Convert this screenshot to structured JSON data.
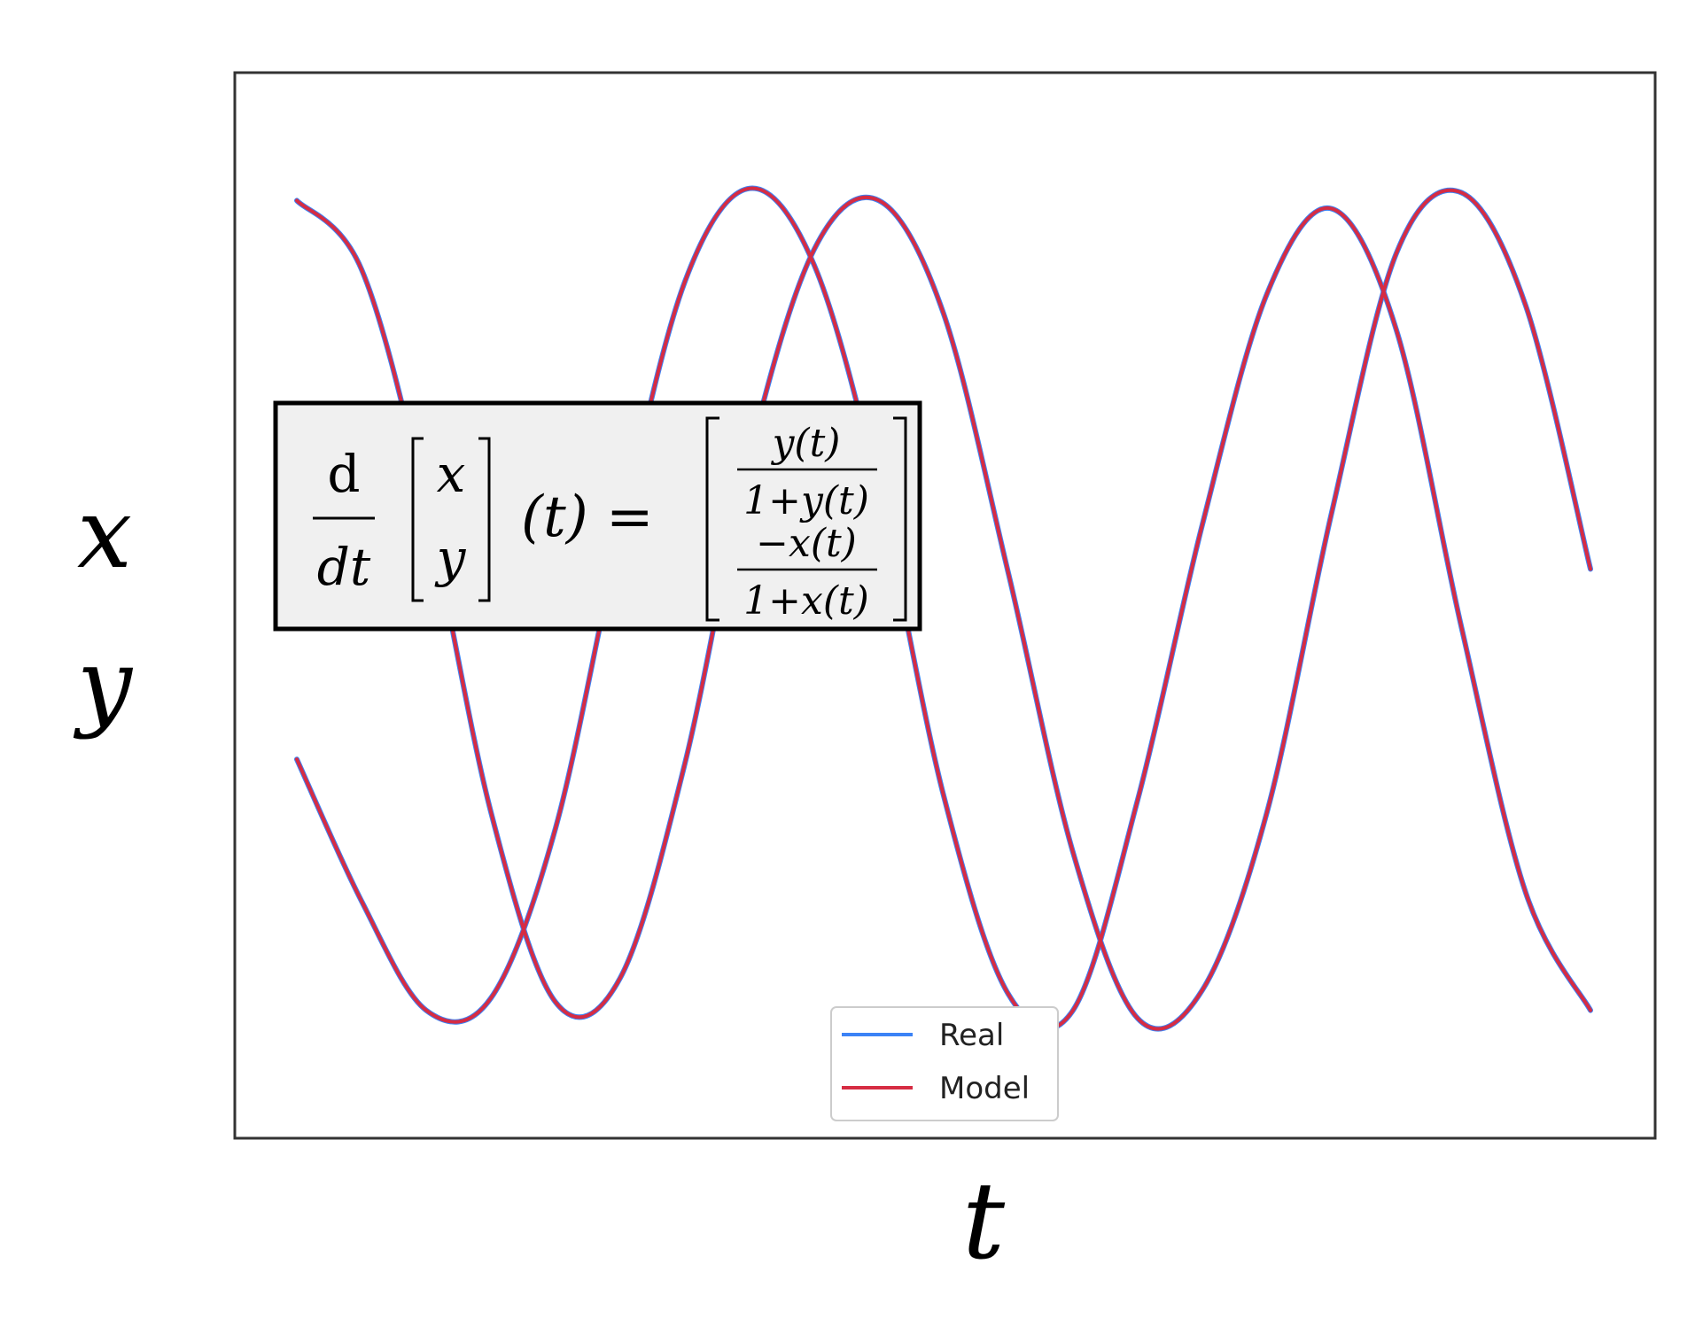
{
  "chart_data": {
    "type": "line",
    "title": "",
    "xlabel": "t",
    "ylabel_lines": [
      "x",
      "y"
    ],
    "xlim": [
      0,
      10
    ],
    "ylim": [
      -1.2,
      1.2
    ],
    "grid": false,
    "axis_ticks": false,
    "legend": {
      "position": "bottom-center",
      "entries": [
        "Real",
        "Model"
      ]
    },
    "colors": {
      "Real": "#3b82f6",
      "Model": "#d62c43"
    },
    "equation": {
      "lhs_operator_num": "d",
      "lhs_operator_den": "dt",
      "lhs_vector": [
        "x",
        "y"
      ],
      "lhs_arg": "(t) =",
      "rhs_row1_num": "y(t)",
      "rhs_row1_den": "1+y(t)",
      "rhs_row2_num": "−x(t)",
      "rhs_row2_den": "1+x(t)"
    },
    "x": [
      0.0,
      0.5,
      1.0,
      1.5,
      2.0,
      2.5,
      3.0,
      3.5,
      4.0,
      4.5,
      5.0,
      5.5,
      6.0,
      6.5,
      7.0,
      7.5,
      8.0,
      8.5,
      9.0,
      9.5,
      10.0
    ],
    "series": [
      {
        "name": "Real",
        "curves": [
          [
            1.0,
            0.83,
            0.25,
            -0.51,
            -0.98,
            -0.92,
            -0.39,
            0.37,
            0.88,
            1.0,
            0.72,
            0.08,
            -0.61,
            -1.02,
            -0.95,
            -0.51,
            0.23,
            0.87,
            1.02,
            0.74,
            0.09
          ],
          [
            -0.38,
            -0.73,
            -1.0,
            -0.97,
            -0.55,
            0.18,
            0.8,
            1.03,
            0.84,
            0.28,
            -0.47,
            -0.96,
            -1.0,
            -0.48,
            0.2,
            0.77,
            0.98,
            0.68,
            -0.05,
            -0.71,
            -1.0
          ]
        ]
      },
      {
        "name": "Model",
        "curves": [
          [
            1.0,
            0.83,
            0.25,
            -0.51,
            -0.98,
            -0.92,
            -0.39,
            0.37,
            0.88,
            1.0,
            0.72,
            0.08,
            -0.61,
            -1.02,
            -0.95,
            -0.51,
            0.23,
            0.87,
            1.02,
            0.74,
            0.09
          ],
          [
            -0.38,
            -0.73,
            -1.0,
            -0.97,
            -0.55,
            0.18,
            0.8,
            1.03,
            0.84,
            0.28,
            -0.47,
            -0.96,
            -1.0,
            -0.48,
            0.2,
            0.77,
            0.98,
            0.68,
            -0.05,
            -0.71,
            -1.0
          ]
        ]
      }
    ]
  }
}
